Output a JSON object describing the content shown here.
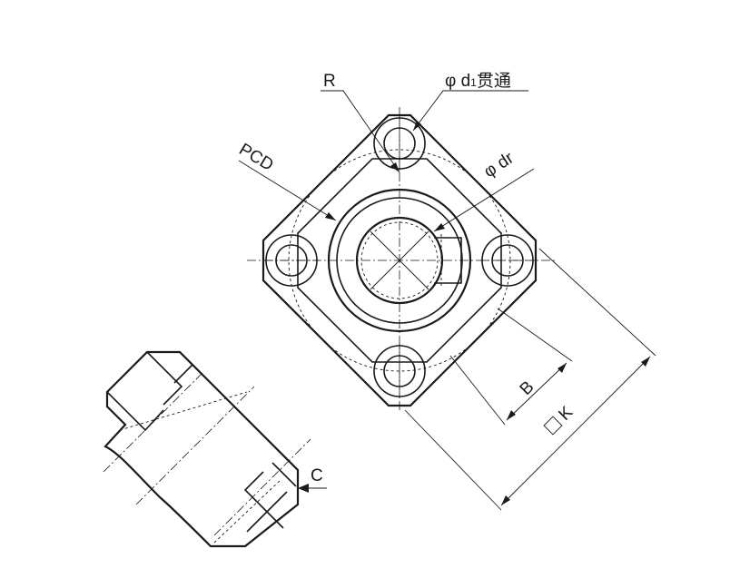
{
  "labels": {
    "r": "R",
    "d1": "φ d",
    "d1_sub": "1",
    "d1_suffix": "贯通",
    "pcd": "PCD",
    "dr": "φ dr",
    "b": "B",
    "k": "K",
    "c": "C"
  },
  "colors": {
    "line": "#1a1a1a",
    "background": "#ffffff"
  }
}
